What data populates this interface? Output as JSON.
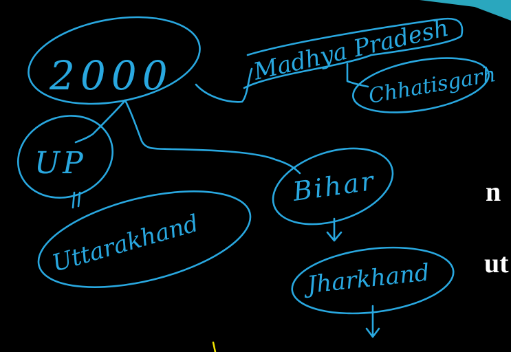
{
  "slide_fragments": [
    "n",
    "ut"
  ],
  "diagram": {
    "root": "2000",
    "branches": {
      "up": "UP",
      "uttarakhand": "Uttarakhand",
      "madhya_pradesh": "Madhya Pradesh",
      "chhattisgarh": "Chhatisgarh",
      "bihar": "Bihar",
      "jharkhand": "Jharkhand"
    }
  },
  "colors": {
    "background": "#000000",
    "ink": "#29a8e0",
    "slide_text": "#ffffff",
    "corner_accent": "#2fb9d3",
    "pointer": "#f2e600"
  }
}
